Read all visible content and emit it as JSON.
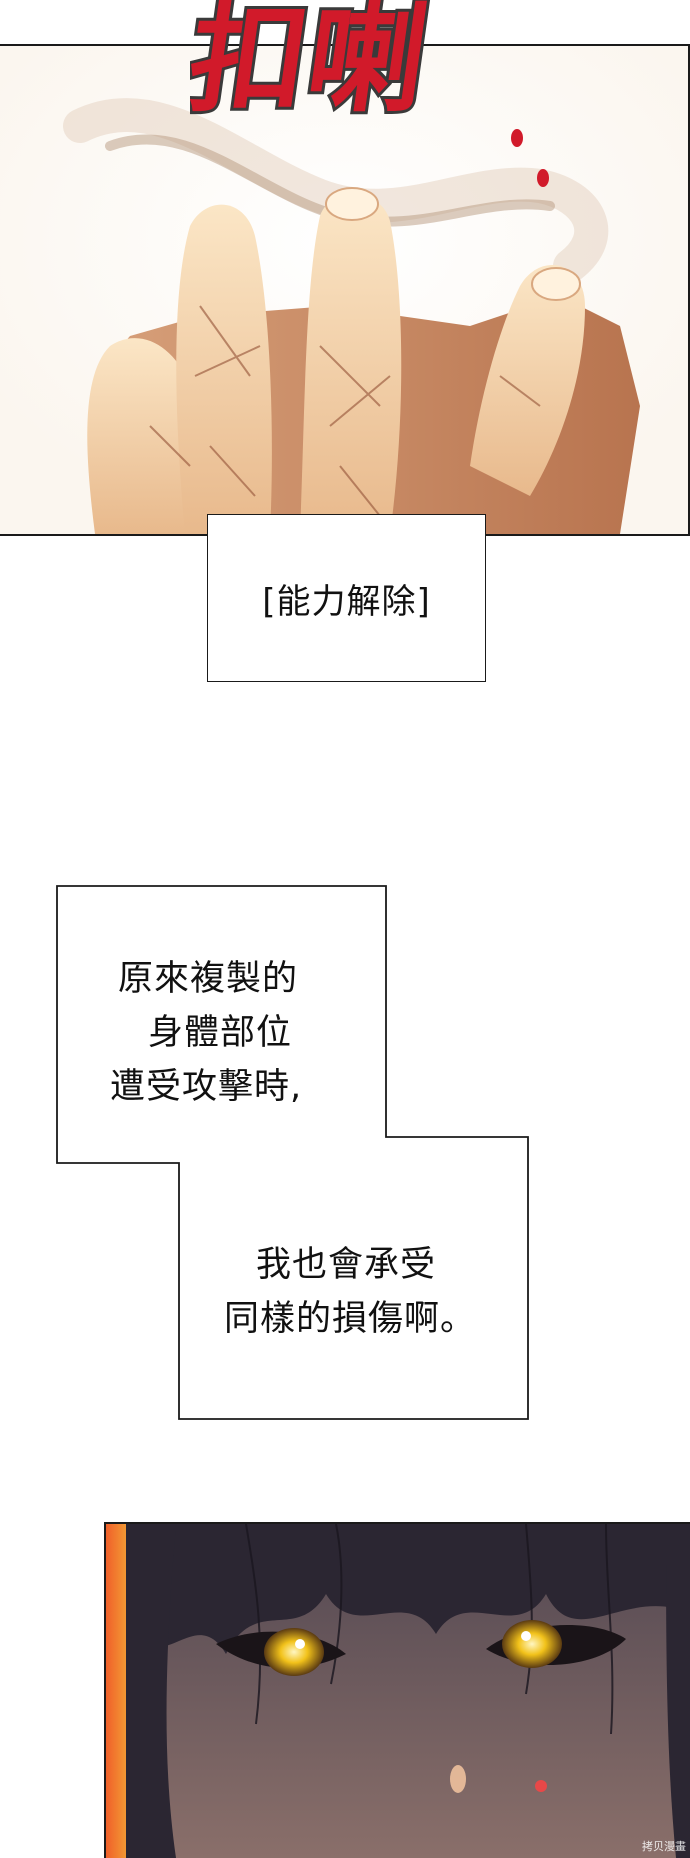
{
  "sfx_text": "扣喇",
  "caption": {
    "text": "[能力解除]"
  },
  "narration": {
    "box_a_lines": [
      "原來複製的",
      "身體部位",
      "遭受攻擊時,"
    ],
    "box_b_lines": [
      "我也會承受",
      "同樣的損傷啊。"
    ]
  },
  "watermark": "拷贝漫畫",
  "colors": {
    "sfx_red": "#d11a2a",
    "panel_border": "#1a1a1a",
    "skin_light": "#f6d7ae",
    "skin_shadow": "#c68a62",
    "eye_gold": "#f2c21a",
    "hair_dark": "#2b2632"
  }
}
